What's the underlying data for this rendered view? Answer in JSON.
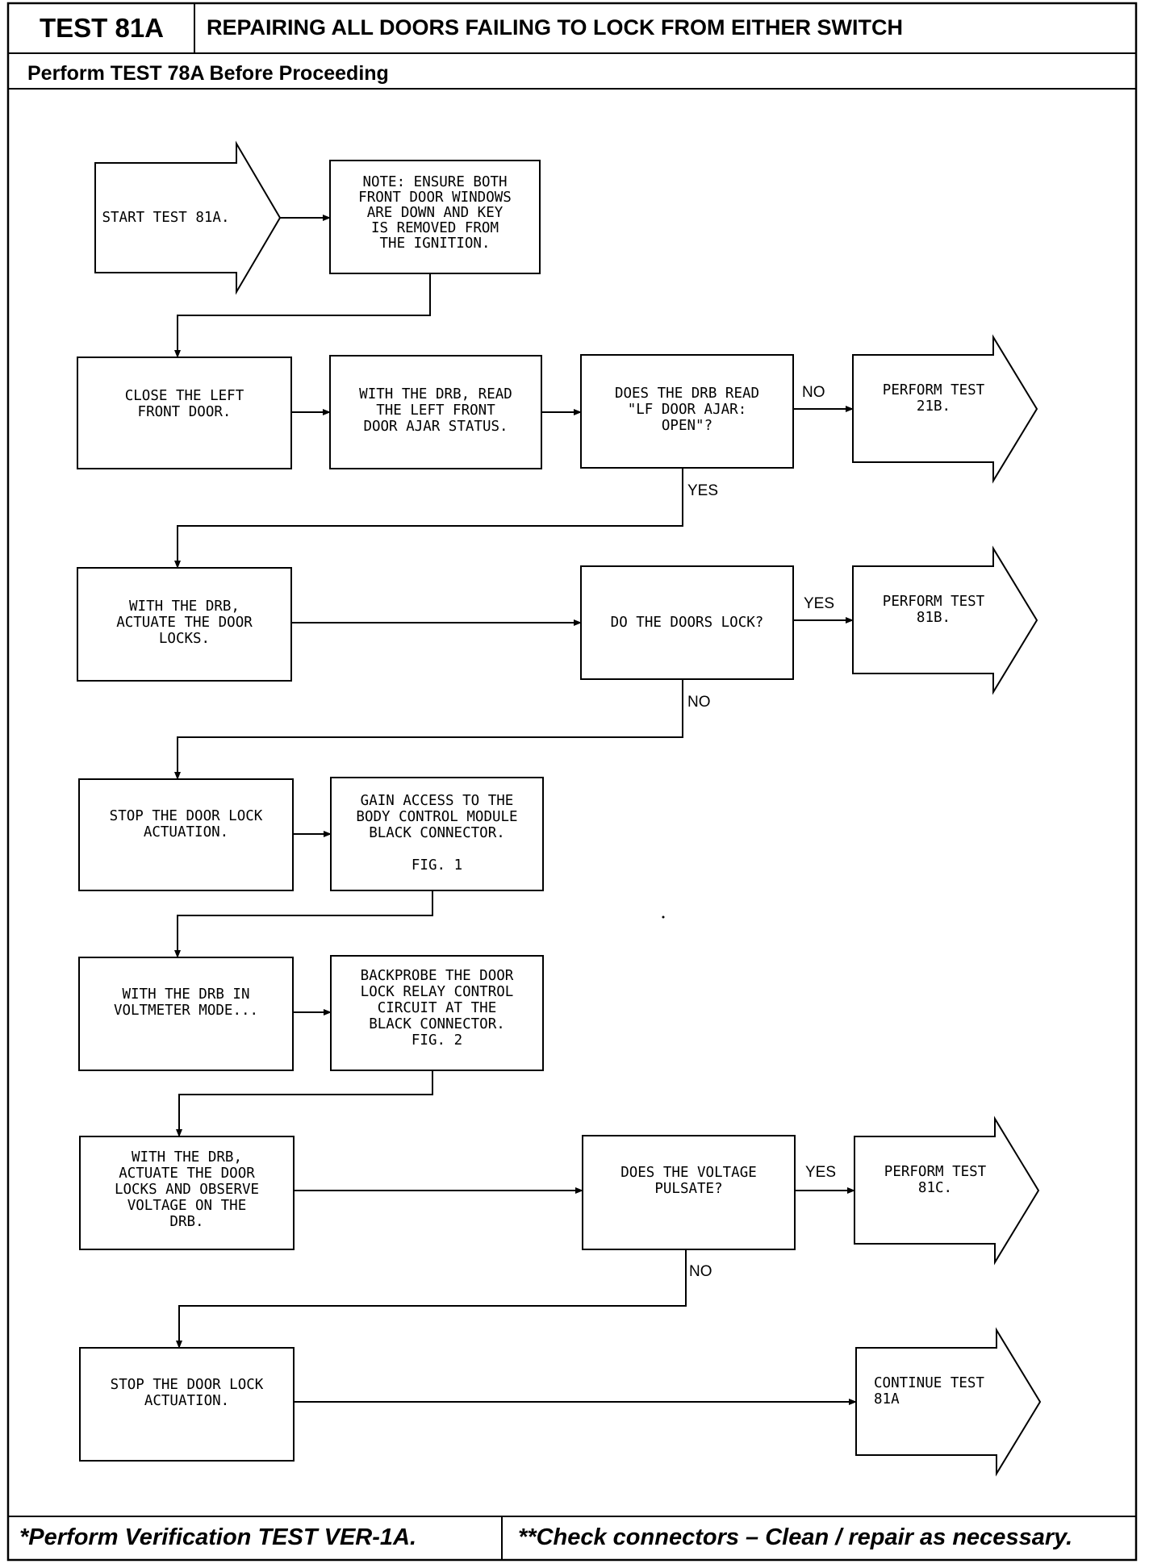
{
  "header": {
    "test_id": "TEST 81A",
    "title": "REPAIRING ALL DOORS FAILING TO LOCK FROM EITHER SWITCH",
    "prerequisite": "Perform TEST 78A Before Proceeding"
  },
  "flowchart": {
    "start": "START TEST 81A.",
    "note": "NOTE: ENSURE BOTH\nFRONT DOOR WINDOWS\nARE DOWN AND KEY\nIS REMOVED FROM\nTHE IGNITION.",
    "close_door": "CLOSE THE LEFT\nFRONT DOOR.",
    "read_ajar": "WITH THE DRB, READ\nTHE LEFT FRONT\nDOOR AJAR STATUS.",
    "decision_ajar": "DOES THE DRB READ\n\"LF DOOR AJAR:\nOPEN\"?",
    "goto_21b": "PERFORM TEST\n21B.",
    "actuate_locks": "WITH THE DRB,\nACTUATE THE DOOR\nLOCKS.",
    "decision_lock": "DO THE DOORS LOCK?",
    "goto_81b": "PERFORM TEST\n81B.",
    "stop_actuation_1": "STOP THE DOOR LOCK\nACTUATION.",
    "gain_access": "GAIN ACCESS TO THE\nBODY CONTROL MODULE\nBLACK CONNECTOR.\n\nFIG. 1",
    "voltmeter_mode": "WITH THE DRB IN\nVOLTMETER MODE...",
    "backprobe": "BACKPROBE THE DOOR\nLOCK RELAY CONTROL\nCIRCUIT AT THE\nBLACK CONNECTOR.\nFIG. 2",
    "actuate_observe": "WITH THE DRB,\nACTUATE THE DOOR\nLOCKS AND OBSERVE\nVOLTAGE ON THE\nDRB.",
    "decision_voltage": "DOES THE VOLTAGE\nPULSATE?",
    "goto_81c": "PERFORM TEST\n81C.",
    "stop_actuation_2": "STOP THE DOOR LOCK\nACTUATION.",
    "continue_81a": "CONTINUE TEST\n81A"
  },
  "labels": {
    "no_ajar": "NO",
    "yes_ajar": "YES",
    "yes_lock": "YES",
    "no_lock": "NO",
    "yes_voltage": "YES",
    "no_voltage": "NO"
  },
  "footer": {
    "left": "*Perform Verification TEST VER-1A.",
    "right": "**Check connectors – Clean / repair as necessary."
  }
}
